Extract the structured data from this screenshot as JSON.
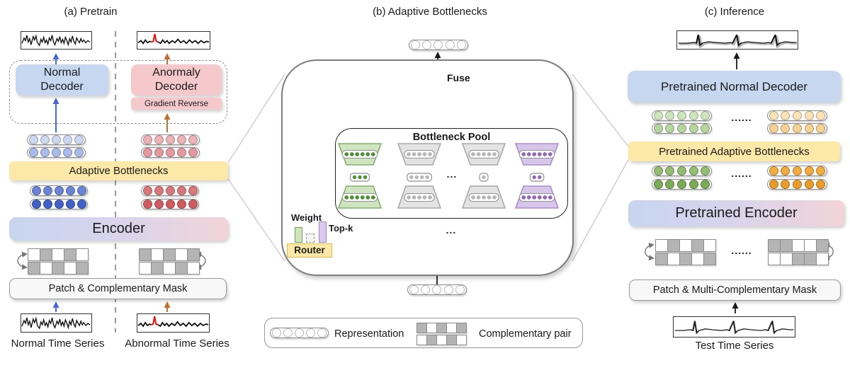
{
  "colors": {
    "blue_box": "#c7d7f0",
    "pink_box": "#f5c9cc",
    "yellow_box": "#fce9a8",
    "router_border": "#e3b94e",
    "gray_bar": "#f8f8f8",
    "arrow_blue": "#4468d4",
    "arrow_orange": "#c0702b",
    "arrow_green": "#6aa84f",
    "arrow_purple": "#a97fd4",
    "arrow_black": "#1a1a1a",
    "arrow_gray": "#b0b0b0",
    "connector_gray": "#cccccc",
    "mask_gray": "#b4b4b4",
    "encoder_left": "#c7d5ef",
    "encoder_mid": "#d9d4ec",
    "encoder_right": "#f2d4d8"
  },
  "panel_a": {
    "title": "(a) Pretrain",
    "normal_decoder": "Normal Decoder",
    "anomaly_decoder": "Anormaly Decoder",
    "gradient_reverse": "Gradient Reverse",
    "adaptive_bottlenecks": "Adaptive Bottlenecks",
    "encoder": "Encoder",
    "patch_mask": "Patch & Complementary Mask",
    "normal_ts": "Normal Time Series",
    "abnormal_ts": "Abnormal Time Series",
    "tokens": {
      "left_above": [
        {
          "n": 5,
          "fill": "#cdd9f1"
        },
        {
          "n": 5,
          "fill": "#a9bce9"
        }
      ],
      "right_above": [
        {
          "n": 5,
          "fill": "#eeb3b7"
        },
        {
          "n": 5,
          "fill": "#e59aa0"
        }
      ],
      "left_below": [
        {
          "n": 5,
          "fill": "#6a84d6"
        },
        {
          "n": 5,
          "fill": "#4160c8"
        }
      ],
      "right_below": [
        {
          "n": 5,
          "fill": "#d9777b"
        },
        {
          "n": 5,
          "fill": "#cf5b60"
        }
      ]
    },
    "masks": {
      "left": [
        {
          "pattern": "wgwgw"
        },
        {
          "pattern": "gwgwg"
        }
      ],
      "right": [
        {
          "pattern": "gwgwg"
        },
        {
          "pattern": "wgwgw"
        }
      ]
    }
  },
  "panel_b": {
    "title": "(b) Adaptive Bottlenecks",
    "fuse": "Fuse",
    "pool_title": "Bottleneck Pool",
    "weight": "Weight",
    "topk": "Top-k",
    "router": "Router",
    "ellipsis_pool": "...",
    "ellipsis_switch": "...",
    "output_token": {
      "n": 5,
      "fill": "#ffffff"
    },
    "input_token": {
      "n": 5,
      "fill": "#ffffff"
    },
    "columns": [
      {
        "kind": "green",
        "top_dots": 6,
        "mid_dots": 3,
        "bottom_dots": 6
      },
      {
        "kind": "gray",
        "top_dots": 5,
        "mid_dots": 4,
        "bottom_dots": 5
      },
      {
        "kind": "gray",
        "top_dots": 5,
        "mid_dots": 1,
        "bottom_dots": 5
      },
      {
        "kind": "purple",
        "top_dots": 6,
        "mid_dots": 2,
        "bottom_dots": 6
      }
    ],
    "trap_colors": {
      "green": {
        "fill": "#cfe5c0",
        "stroke": "#87ad6d",
        "dot": "#4f8f35"
      },
      "gray": {
        "fill": "#e3e3e3",
        "stroke": "#a9a9a9",
        "dot": "#b7b7b7"
      },
      "purple": {
        "fill": "#d8c6ea",
        "stroke": "#a98fc9",
        "dot": "#9268bb"
      }
    }
  },
  "legend": {
    "representation": "Representation",
    "complementary": "Complementary pair",
    "token": {
      "n": 5,
      "fill": "#ffffff"
    },
    "masks": [
      {
        "pattern": "gwgwg"
      },
      {
        "pattern": "wgwgw"
      }
    ]
  },
  "panel_c": {
    "title": "(c) Inference",
    "decoder": "Pretrained Normal Decoder",
    "bottlenecks": "Pretrained Adaptive Bottlenecks",
    "encoder": "Pretrained Encoder",
    "patch_mask": "Patch & Multi-Complementary Mask",
    "test_ts": "Test Time Series",
    "dots_above": "......",
    "dots_below": "......",
    "dots_masks": "......",
    "tokens": {
      "green_above": [
        {
          "n": 5,
          "fill": "#cfe3bd"
        },
        {
          "n": 5,
          "fill": "#b7d5a0"
        }
      ],
      "orange_above": [
        {
          "n": 5,
          "fill": "#fbe3b8"
        },
        {
          "n": 5,
          "fill": "#f8d194"
        }
      ],
      "green_below": [
        {
          "n": 5,
          "fill": "#93bd71"
        },
        {
          "n": 5,
          "fill": "#7bab55"
        }
      ],
      "orange_below": [
        {
          "n": 5,
          "fill": "#f1ab3f"
        },
        {
          "n": 5,
          "fill": "#e99c28"
        }
      ]
    },
    "masks": {
      "left": [
        {
          "pattern": "wgwgw"
        },
        {
          "pattern": "gwgwg"
        }
      ],
      "right": [
        {
          "pattern": "ggwwg"
        },
        {
          "pattern": "wwggw"
        }
      ]
    }
  }
}
